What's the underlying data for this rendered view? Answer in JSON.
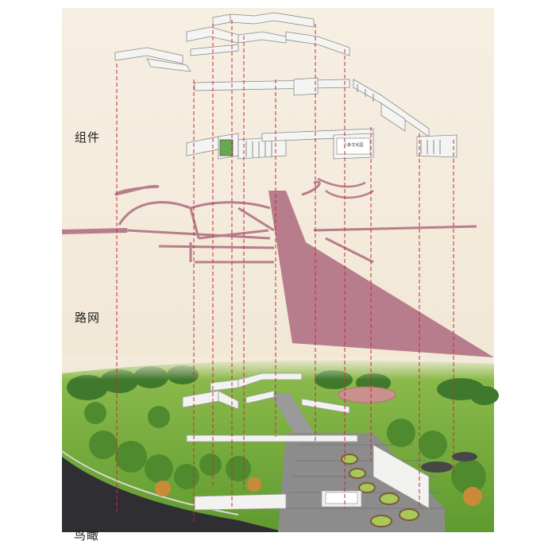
{
  "layers": {
    "components_label": "组件",
    "road_network_label": "路网",
    "aerial_view_label": "鸟瞰"
  },
  "signboard_text": "八卦文化园",
  "colors": {
    "background": "#f3ebdc",
    "road": "#b87d8c",
    "guide_line": "#c8283c",
    "wall": "#f2f2f0",
    "grass": "#7cae3e",
    "tree": "#3f7a2c",
    "pavement": "#8c8c8c"
  }
}
